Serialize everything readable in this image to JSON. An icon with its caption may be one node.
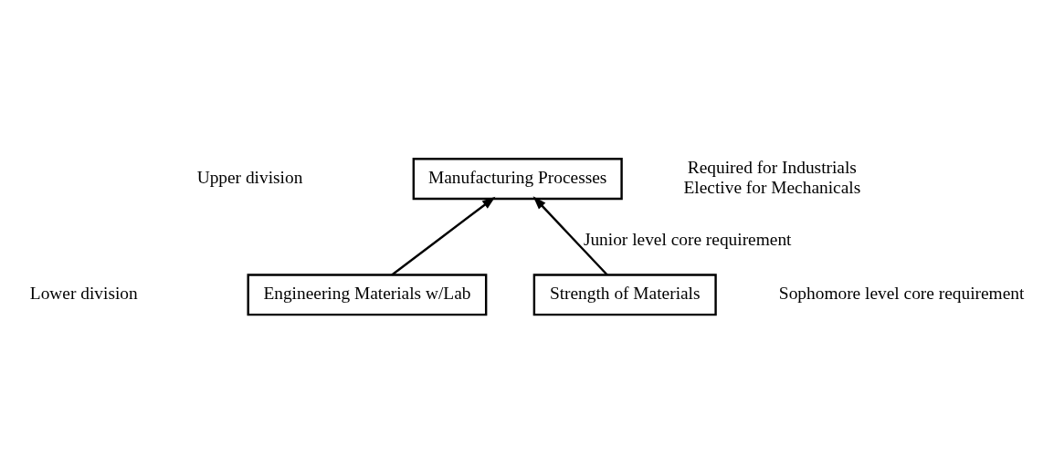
{
  "diagram": {
    "nodes": [
      {
        "text": [
          "Manufacturing Processes"
        ],
        "beside": [
          "Required for Industrials",
          "Elective for Mechanicals"
        ]
      },
      {
        "text": [
          "Engineering Materials w/Lab"
        ]
      },
      {
        "text": [
          "Strength of Materials"
        ],
        "beside": [
          "Sophomore level core requirement"
        ]
      }
    ],
    "edges": [
      {
        "from": 1,
        "to": 0,
        "arrow": "to"
      },
      {
        "from": 2,
        "to": 0,
        "arrow": "to",
        "label": "Junior level core requirement"
      }
    ],
    "labels": [
      "Upper division",
      "Lower division"
    ]
  }
}
